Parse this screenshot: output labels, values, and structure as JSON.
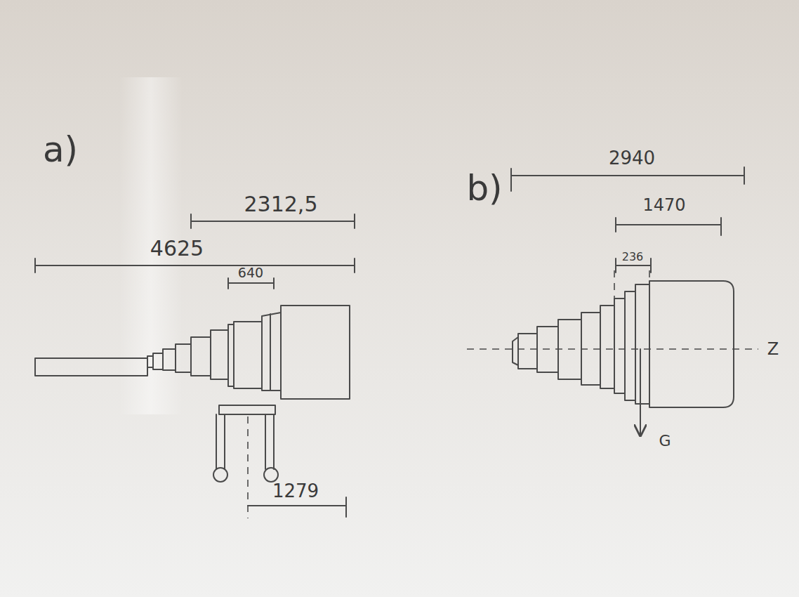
{
  "diagram": {
    "labels": [
      "a)",
      "2312,5",
      "4625",
      "640",
      "1279",
      "b)",
      "2940",
      "1470",
      "236",
      "Z",
      "G"
    ]
  }
}
